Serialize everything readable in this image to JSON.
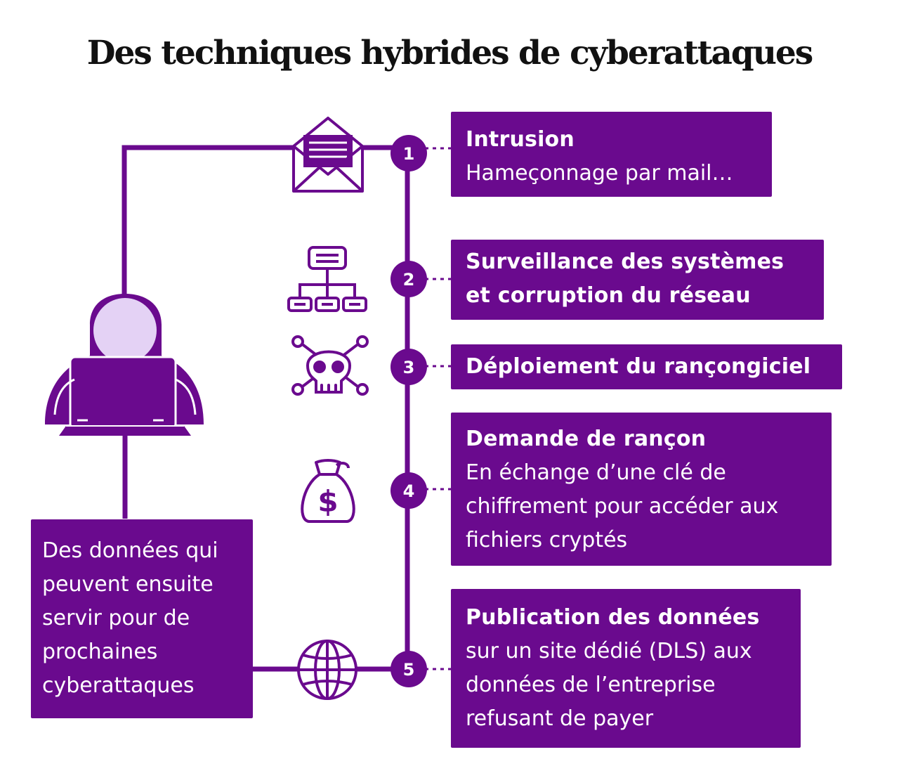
{
  "title": "Des techniques hybrides de cyberattaques",
  "colors": {
    "primary": "#6a0a8e",
    "light": "#e4d2f5",
    "background": "#ffffff"
  },
  "icons": {
    "hacker": "hacker-icon",
    "step1": "envelope-icon",
    "step2": "network-hierarchy-icon",
    "step3": "skull-crossbones-icon",
    "step4": "money-bag-icon",
    "step5": "globe-icon"
  },
  "steps": [
    {
      "number": "1",
      "heading": "Intrusion",
      "body": [
        "Hameçonnage par mail…"
      ]
    },
    {
      "number": "2",
      "heading": "",
      "body": [],
      "heading_lines": [
        "Surveillance des systèmes",
        "et corruption du réseau"
      ]
    },
    {
      "number": "3",
      "heading": "Déploiement du rançongiciel",
      "body": []
    },
    {
      "number": "4",
      "heading": "Demande de rançon",
      "body": [
        "En échange d’une clé de",
        "chiffrement pour accéder aux",
        "fichiers cryptés"
      ]
    },
    {
      "number": "5",
      "heading": "Publication des données",
      "body": [
        "sur un site dédié (DLS) aux",
        "données de l’entreprise",
        "refusant de payer"
      ]
    }
  ],
  "left_box": {
    "lines": [
      "Des données qui",
      "peuvent ensuite",
      "servir pour de",
      "prochaines",
      "cyberattaques"
    ]
  }
}
